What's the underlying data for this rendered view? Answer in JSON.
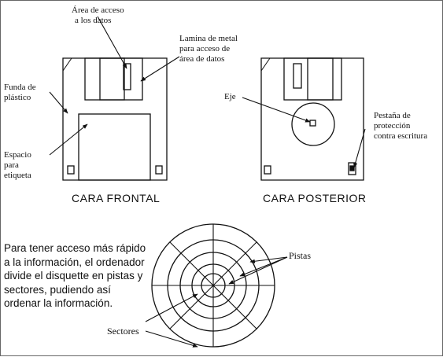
{
  "front": {
    "label_access": [
      "Área de acceso",
      "a los datos"
    ],
    "label_shutter": [
      "Lamina de metal",
      "para acceso de",
      "área de datos"
    ],
    "label_jacket": [
      "Funda de",
      "plástico"
    ],
    "label_space": [
      "Espacio",
      "para",
      "etiqueta"
    ],
    "caption": "CARA FRONTAL"
  },
  "back": {
    "label_axis": "Eje",
    "label_tab": [
      "Pestaña de",
      "protección",
      "contra escritura"
    ],
    "caption": "CARA POSTERIOR"
  },
  "disk": {
    "paragraph": [
      "Para tener acceso más rápido",
      "a la información, el ordenador",
      "divide el disquette en pistas y",
      "sectores, pudiendo así",
      "ordenar la información."
    ],
    "label_tracks": "Pistas",
    "label_sectors": "Sectores"
  },
  "colors": {
    "ink": "#111111",
    "background": "#ffffff"
  }
}
